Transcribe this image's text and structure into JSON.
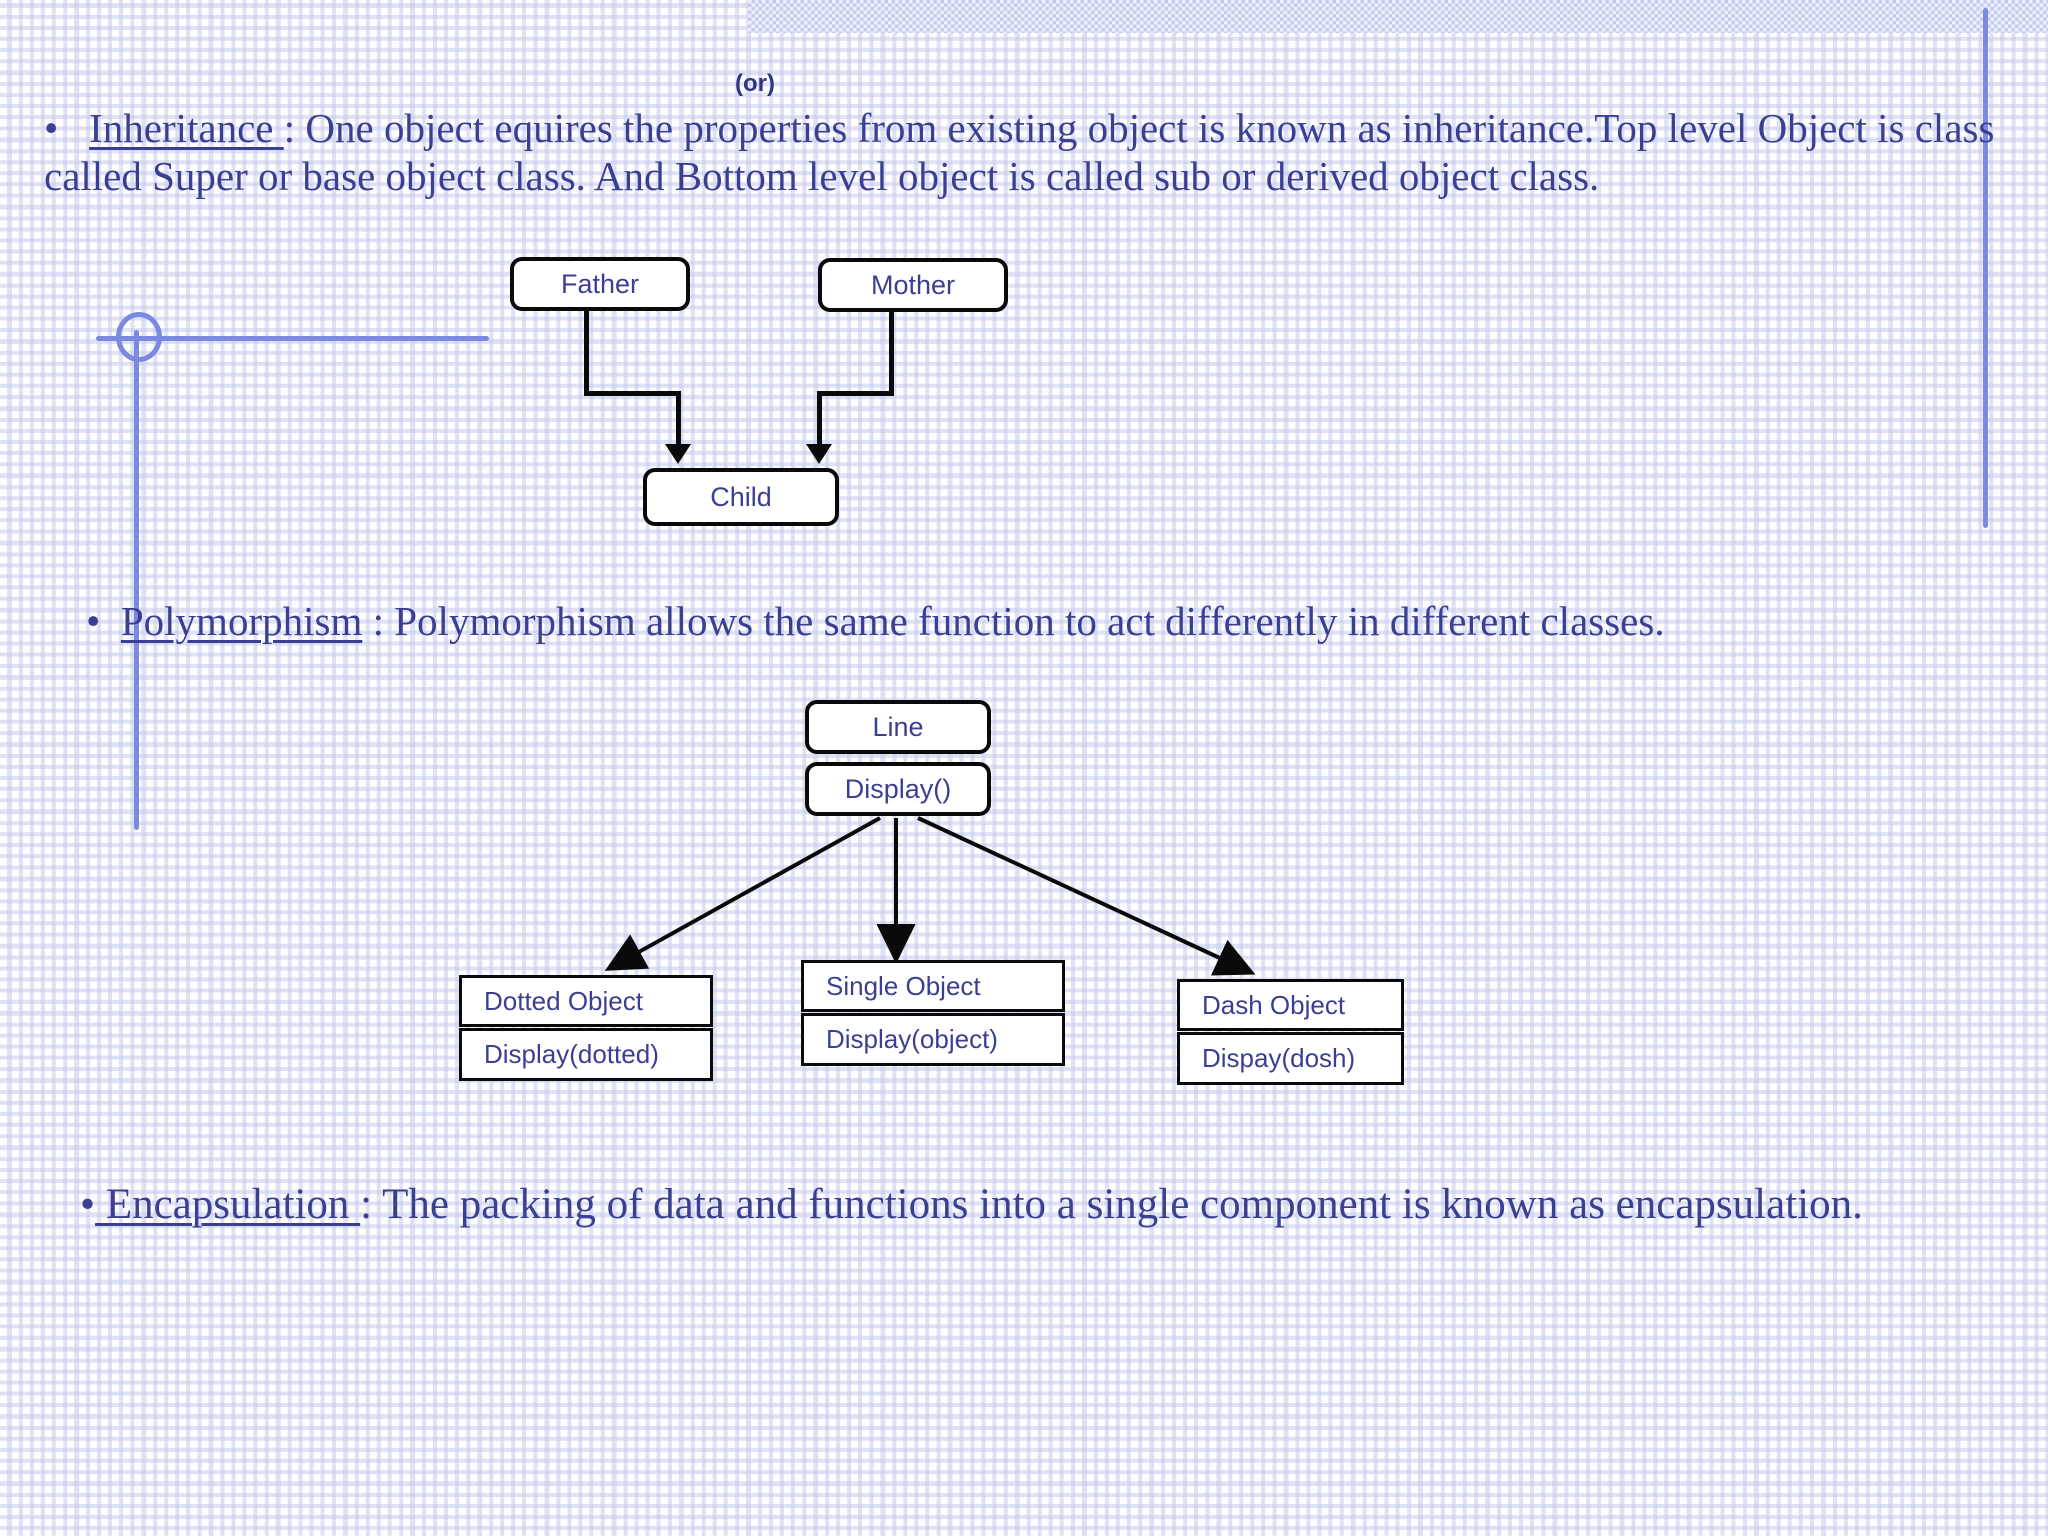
{
  "slide": {
    "or_label": "(or)",
    "inheritance": {
      "bullet": "•",
      "term": "Inheritance ",
      "colon": ": ",
      "body": "One object equires the properties from existing object is known as inheritance.Top level Object is class called Super or base object class. And Bottom level object is called sub or derived object class."
    },
    "polymorphism": {
      "bullet": "•",
      "term": "Polymorphism",
      "colon": " :  ",
      "body": "Polymorphism allows the same function to act differently in different classes."
    },
    "encapsulation": {
      "bullet": "•",
      "term": " Encapsulation ",
      "colon": ":  ",
      "body": "The packing of data and functions into a  single component is known as encapsulation."
    }
  },
  "inheritance_diagram": {
    "nodes": [
      {
        "id": "father",
        "label": "Father"
      },
      {
        "id": "mother",
        "label": "Mother"
      },
      {
        "id": "child",
        "label": "Child"
      }
    ],
    "edges": [
      {
        "from": "father",
        "to": "child"
      },
      {
        "from": "mother",
        "to": "child"
      }
    ]
  },
  "polymorphism_diagram": {
    "parent": {
      "title": "Line",
      "method": "Display()"
    },
    "children": [
      {
        "title": "Dotted Object",
        "method": "Display(dotted)"
      },
      {
        "title": "Single Object",
        "method": "Display(object)"
      },
      {
        "title": "Dash Object",
        "method": "Dispay(dosh)"
      }
    ]
  },
  "colors": {
    "ink": "#3b3f92",
    "pen_blue": "#7b8ae0",
    "box_border": "#0a0a0a",
    "grid_blue": "#c9cfee"
  }
}
